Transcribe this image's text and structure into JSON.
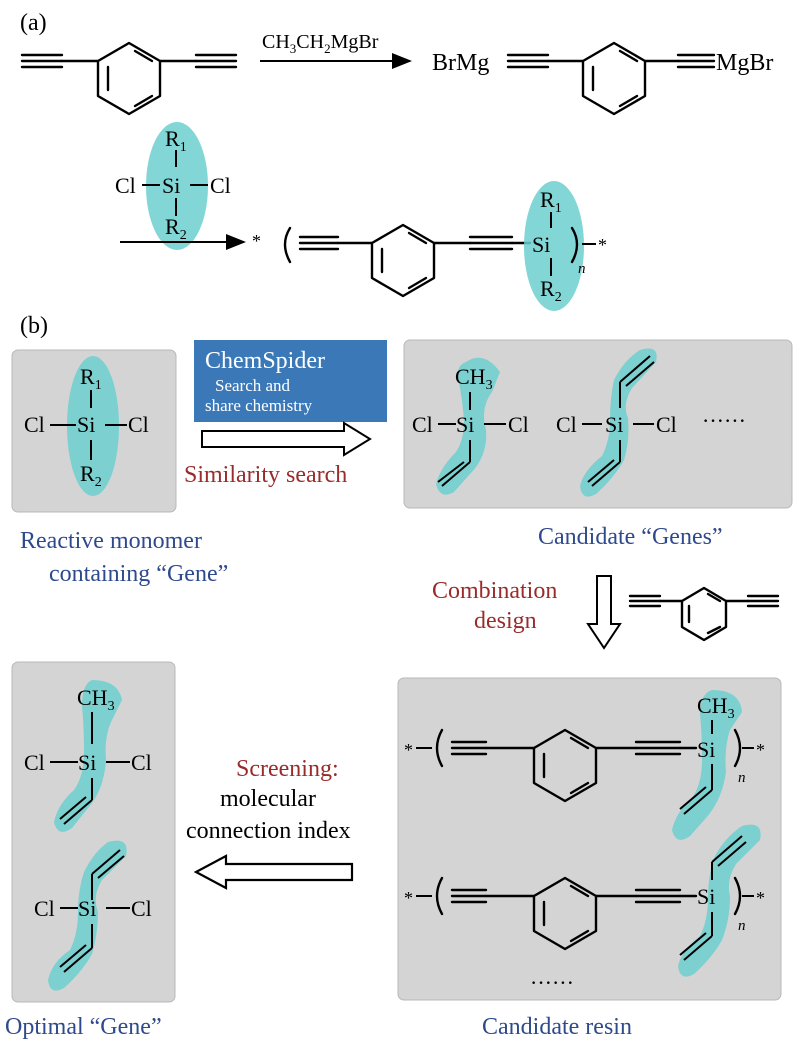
{
  "panel_a": {
    "label": "(a)",
    "reagent": "CH3CH2MgBr",
    "reagent_parts": [
      "CH",
      "3",
      "CH",
      "2",
      "MgBr"
    ],
    "product_left": "BrMg",
    "product_right": "MgBr",
    "monomer": {
      "r1": "R",
      "r1_sub": "1",
      "si": "Si",
      "cl_left": "Cl",
      "cl_right": "Cl",
      "r2": "R",
      "r2_sub": "2"
    },
    "polymer": {
      "end_left": "*",
      "end_right": "*",
      "si": "Si",
      "r1": "R",
      "r1_sub": "1",
      "r2": "R",
      "r2_sub": "2",
      "n": "n"
    }
  },
  "panel_b": {
    "label": "(b)",
    "chemspider": {
      "title": "ChemSpider",
      "subtitle_line1": "Search and",
      "subtitle_line2": "share chemistry",
      "color": "#3b78b8"
    },
    "similarity_search": "Similarity search",
    "reactive_monomer_line1": "Reactive monomer",
    "reactive_monomer_line2": "containing “Gene”",
    "candidate_genes": "Candidate “Genes”",
    "ellipsis": "······",
    "combination_line1": "Combination",
    "combination_line2": "design",
    "screening_line1": "Screening:",
    "screening_line2": "molecular",
    "screening_line3": "connection index",
    "optimal_gene": "Optimal “Gene”",
    "candidate_resin": "Candidate resin",
    "resin_ellipsis": "······",
    "ch3": "CH",
    "ch3_sub": "3",
    "si": "Si",
    "cl": "Cl",
    "n": "n",
    "star": "*",
    "r1": "R",
    "r1_sub": "1",
    "r2": "R",
    "r2_sub": "2"
  },
  "colors": {
    "highlight": "#6ccfcf",
    "panel_bg": "#d4d4d4",
    "caption_blue": "#2e4a8c",
    "caption_red": "#9a2b2b"
  }
}
